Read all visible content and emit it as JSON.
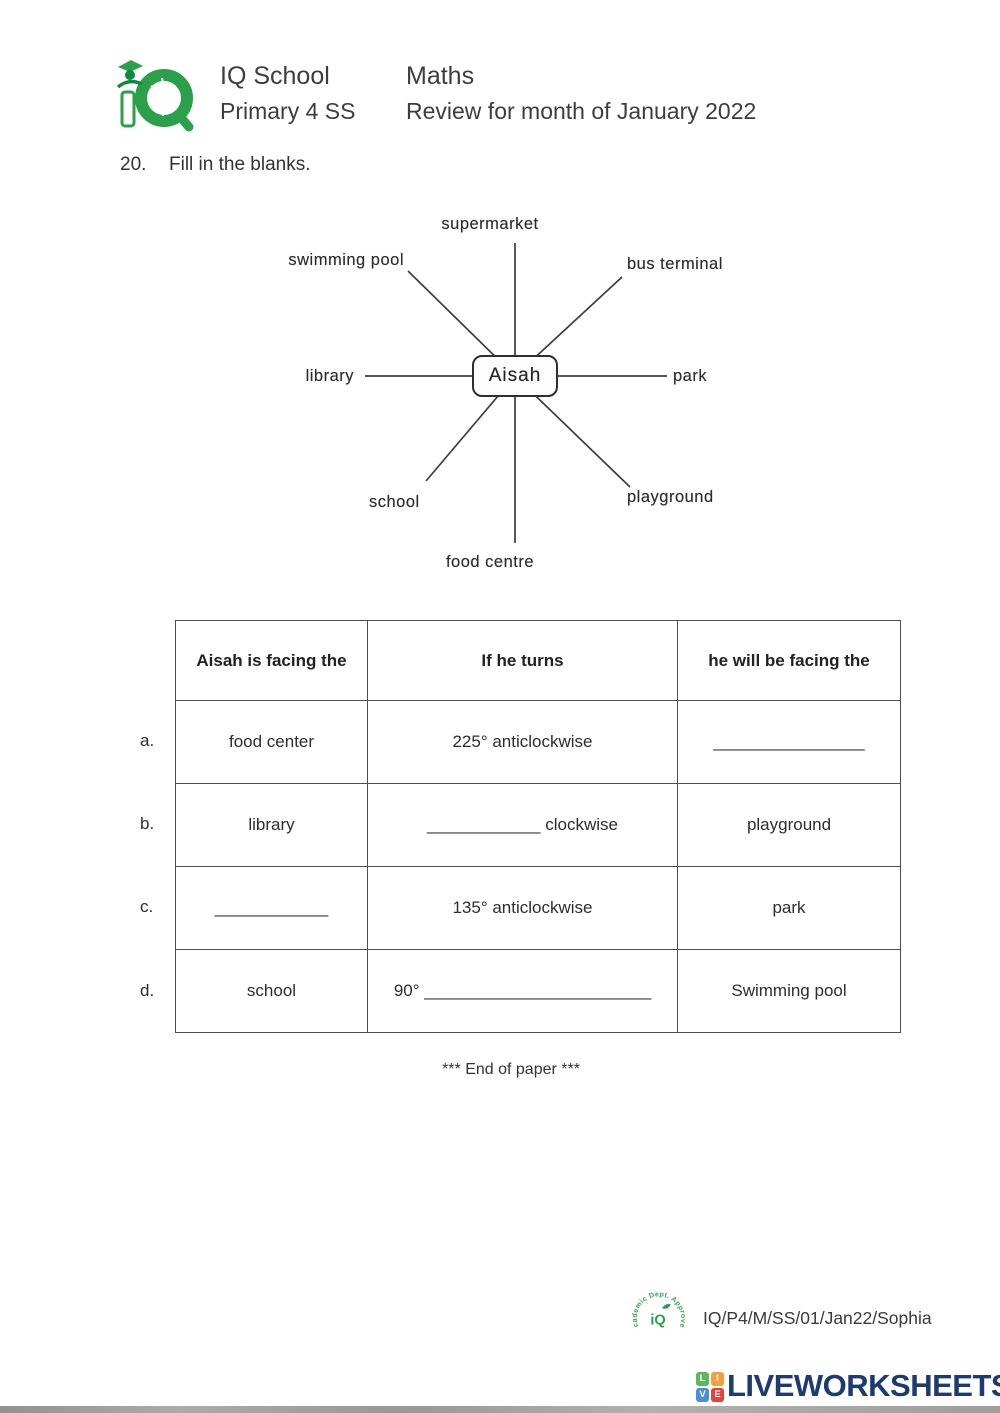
{
  "header": {
    "logo_text": "iQ",
    "school_name": "IQ School",
    "class_level": "Primary 4 SS",
    "subject": "Maths",
    "review_title": "Review for month of January 2022"
  },
  "question": {
    "number": "20.",
    "text": "Fill in the blanks."
  },
  "diagram": {
    "center_label": "Aisah",
    "labels": {
      "top": "supermarket",
      "top_left": "swimming pool",
      "top_right": "bus terminal",
      "left": "library",
      "right": "park",
      "bottom_left": "school",
      "bottom": "food centre",
      "bottom_right": "playground"
    }
  },
  "table": {
    "headers": [
      "Aisah is facing the",
      "If he turns",
      "he will be facing the"
    ],
    "rows": [
      {
        "label": "a.",
        "facing": "food center",
        "turn": "225° anticlockwise",
        "result": "________________"
      },
      {
        "label": "b.",
        "facing": "library",
        "turn": "____________ clockwise",
        "result": "playground"
      },
      {
        "label": "c.",
        "facing": "____________",
        "turn": "135° anticlockwise",
        "result": "park"
      },
      {
        "label": "d.",
        "facing": "school",
        "turn": "90° ________________________",
        "result": "Swimming pool"
      }
    ]
  },
  "footer": {
    "end_note": "*** End of paper ***",
    "stamp_arc_text": "Academic Dept. Approved",
    "stamp_center_text": "iQ",
    "doc_code": "IQ/P4/M/SS/01/Jan22/Sophia"
  },
  "branding": {
    "logo_text": "LIVEWORKSHEETS",
    "text_color": "#1d3b70",
    "accent_green": "#2aa04b",
    "squares": [
      {
        "letter": "L",
        "color": "#5cb85c"
      },
      {
        "letter": "I",
        "color": "#f0a03c"
      },
      {
        "letter": "V",
        "color": "#4a90d9"
      },
      {
        "letter": "E",
        "color": "#e04438"
      }
    ]
  }
}
